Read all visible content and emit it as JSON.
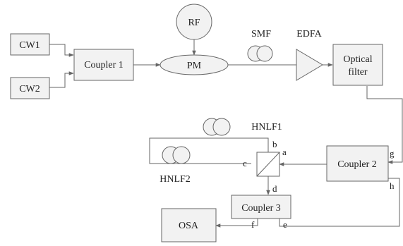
{
  "sources": {
    "cw1": "CW1",
    "cw2": "CW2",
    "rf": "RF"
  },
  "components": {
    "coupler1": "Coupler 1",
    "pm": "PM",
    "smf": "SMF",
    "edfa": "EDFA",
    "filter_line1": "Optical",
    "filter_line2": "filter",
    "coupler2": "Coupler 2",
    "coupler3": "Coupler 3",
    "hnlf1": "HNLF1",
    "hnlf2": "HNLF2",
    "osa": "OSA"
  },
  "ports": {
    "a": "a",
    "b": "b",
    "c": "c",
    "d": "d",
    "e": "e",
    "f": "f",
    "g": "g",
    "h": "h"
  }
}
